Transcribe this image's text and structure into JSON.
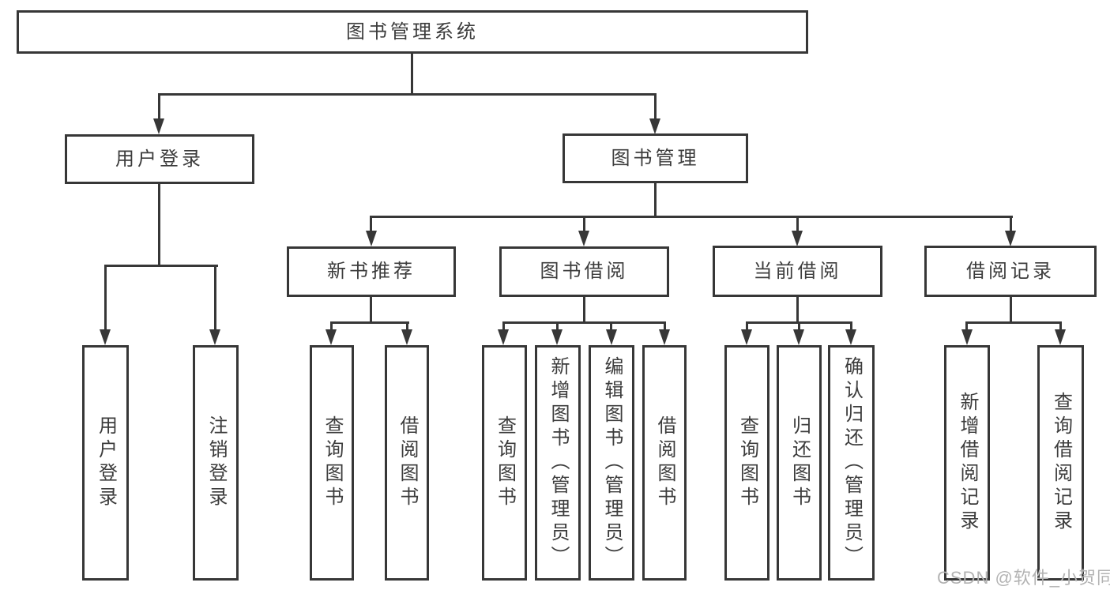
{
  "diagram": {
    "title": "图书管理系统",
    "nodes": {
      "root": "图书管理系统",
      "user_login": "用户登录",
      "book_mgmt": "图书管理",
      "new_book_rec": "新书推荐",
      "book_borrow": "图书借阅",
      "current_borrow": "当前借阅",
      "borrow_records": "借阅记录",
      "user_login_leaf": "用户登录",
      "logout_leaf": "注销登录",
      "query_books_new": "查询图书",
      "borrow_books_new": "借阅图书",
      "query_books_borrow": "查询图书",
      "add_books_admin": "新增图书（管理员）",
      "edit_books_admin": "编辑图书（管理员）",
      "borrow_books_borrow": "借阅图书",
      "query_books_current": "查询图书",
      "return_books": "归还图书",
      "confirm_return_admin": "确认归还（管理员）",
      "add_borrow_record": "新增借阅记录",
      "query_borrow_record": "查询借阅记录"
    },
    "colors": {
      "line": "#373737",
      "text": "#3c3c3c",
      "watermark": "#b3b3b3",
      "background": "#ffffff"
    }
  },
  "watermark": "CSDN @软件_小贺同学"
}
